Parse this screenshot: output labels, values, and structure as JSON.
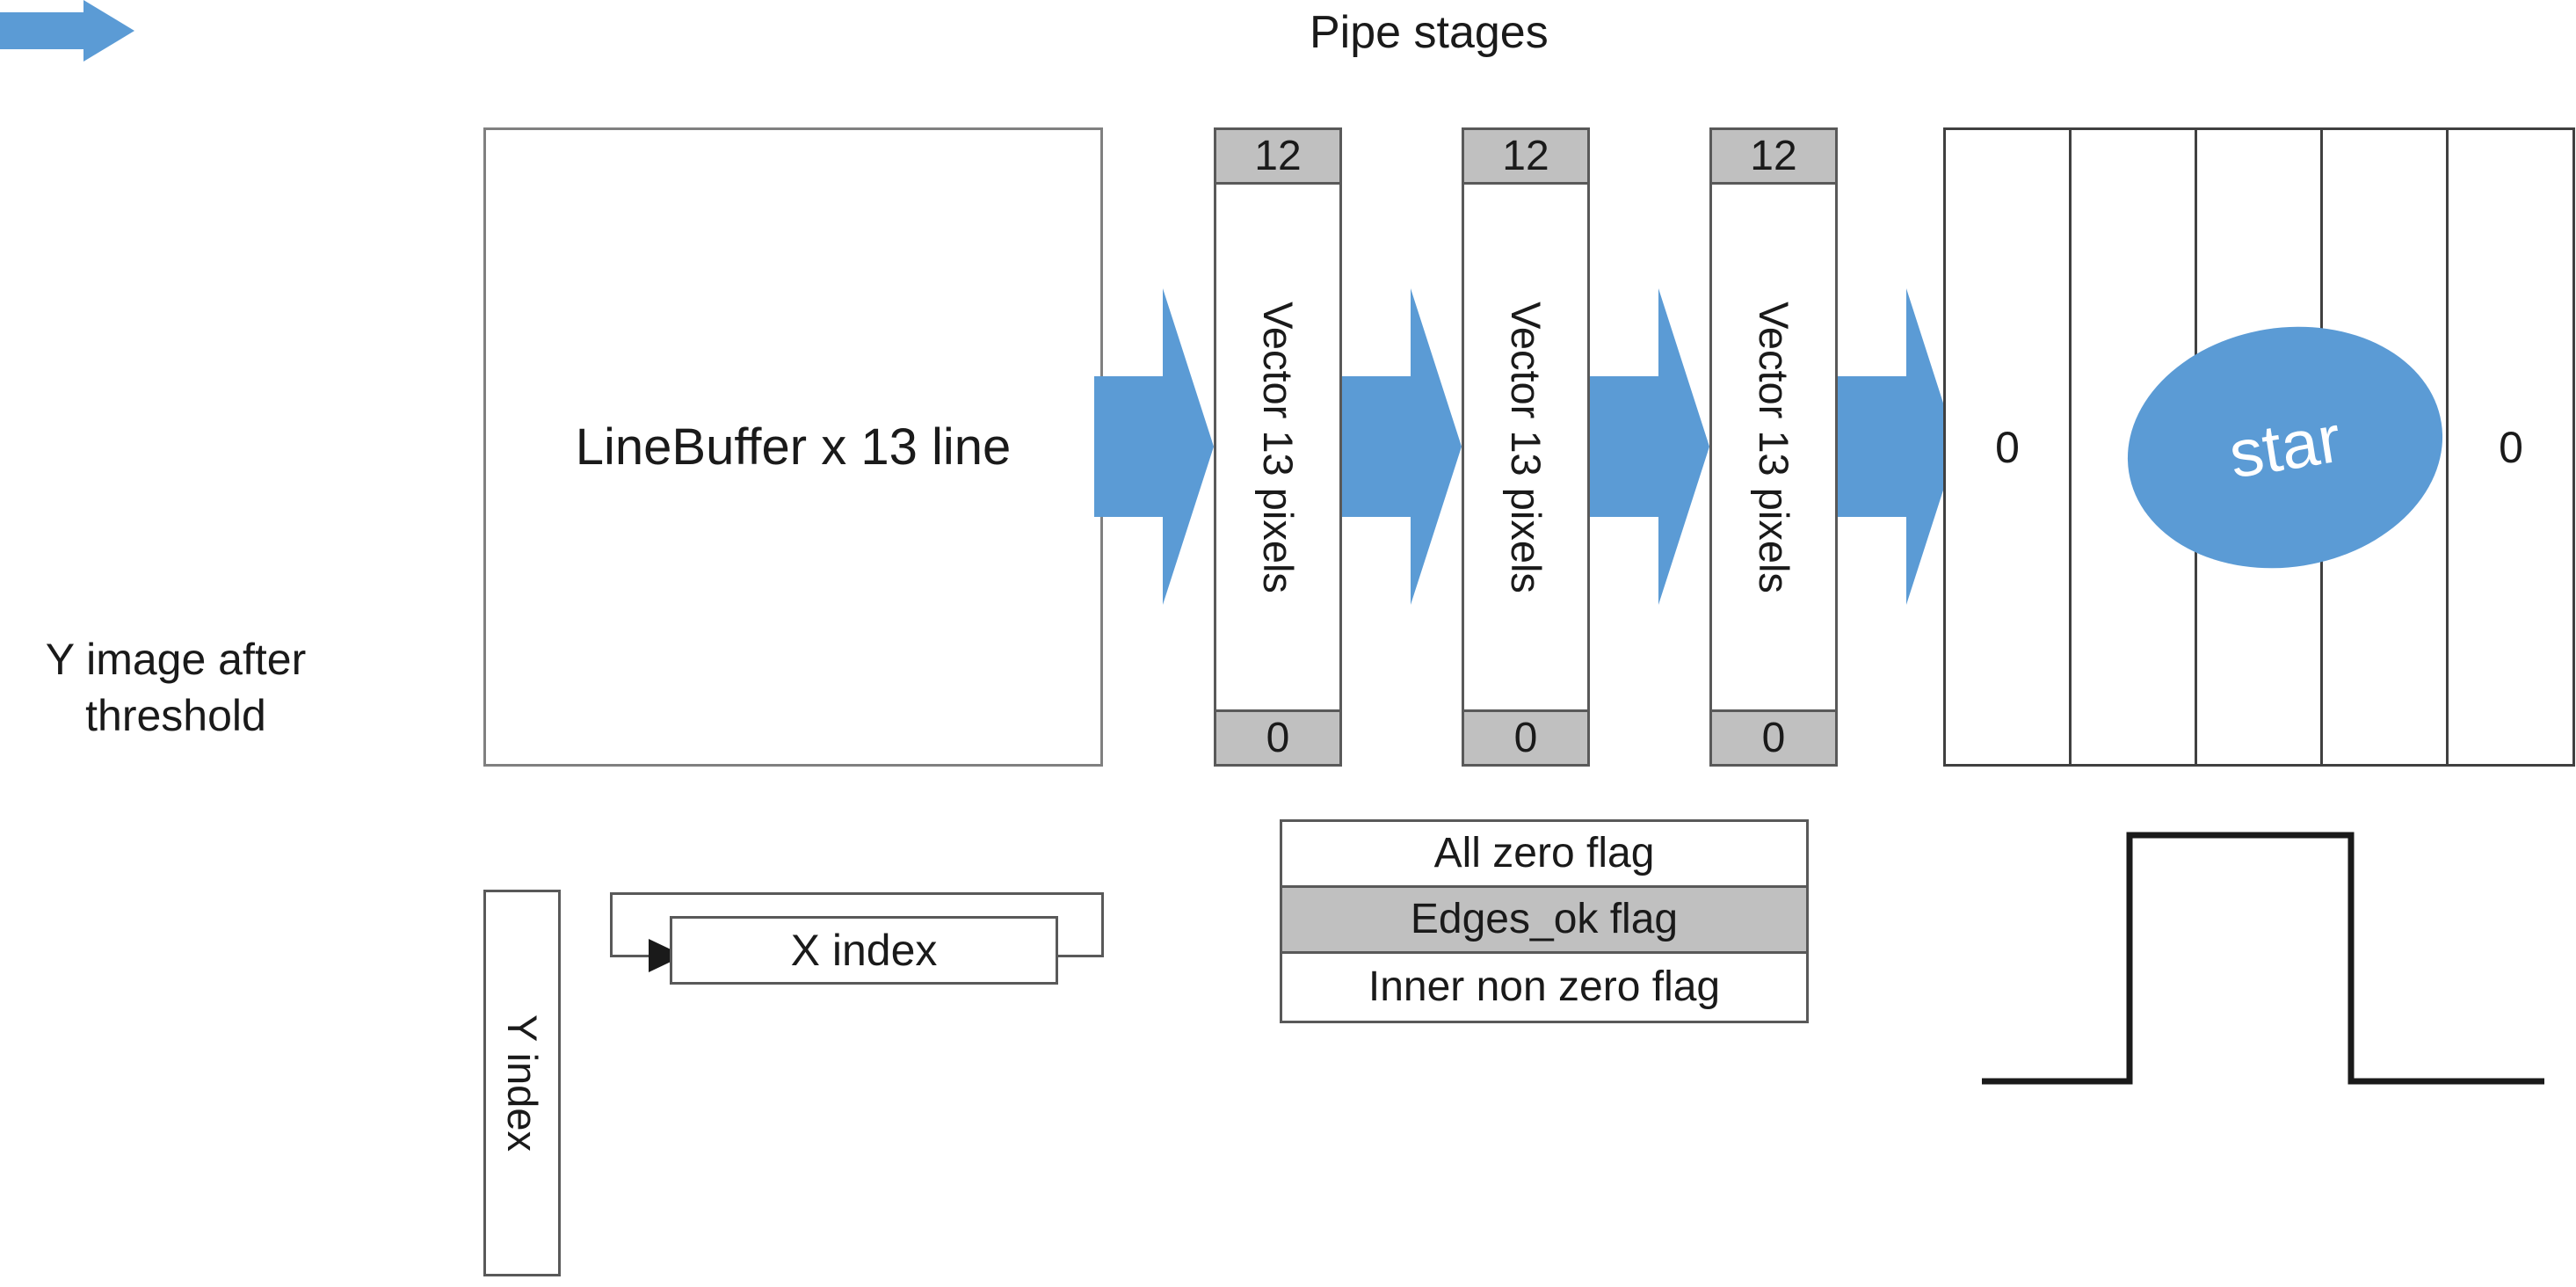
{
  "diagram": {
    "title": "Pipe stages",
    "input": {
      "label": "Y image after threshold",
      "arrow_icon": "right-arrow-icon"
    },
    "linebuffer": {
      "label": "LineBuffer x 13 line"
    },
    "pipe_stages": [
      {
        "top_value": "12",
        "body_label": "Vector 13 pixels",
        "bottom_value": "0"
      },
      {
        "top_value": "12",
        "body_label": "Vector 13 pixels",
        "bottom_value": "0"
      },
      {
        "top_value": "12",
        "body_label": "Vector 13 pixels",
        "bottom_value": "0"
      }
    ],
    "flags": [
      {
        "label": "All zero flag",
        "shaded": false
      },
      {
        "label": "Edges_ok flag",
        "shaded": true
      },
      {
        "label": "Inner non zero flag",
        "shaded": false
      }
    ],
    "image_panel": {
      "columns": 5,
      "left_value": "0",
      "right_value": "0",
      "blob_label": "star"
    },
    "indices": {
      "y_index": "Y index",
      "x_index": "X index"
    },
    "colors": {
      "accent_blue": "#5B9BD5",
      "shade_gray": "#C0C0C0",
      "line_gray": "#595959",
      "text_black": "#1a1a1a"
    }
  }
}
